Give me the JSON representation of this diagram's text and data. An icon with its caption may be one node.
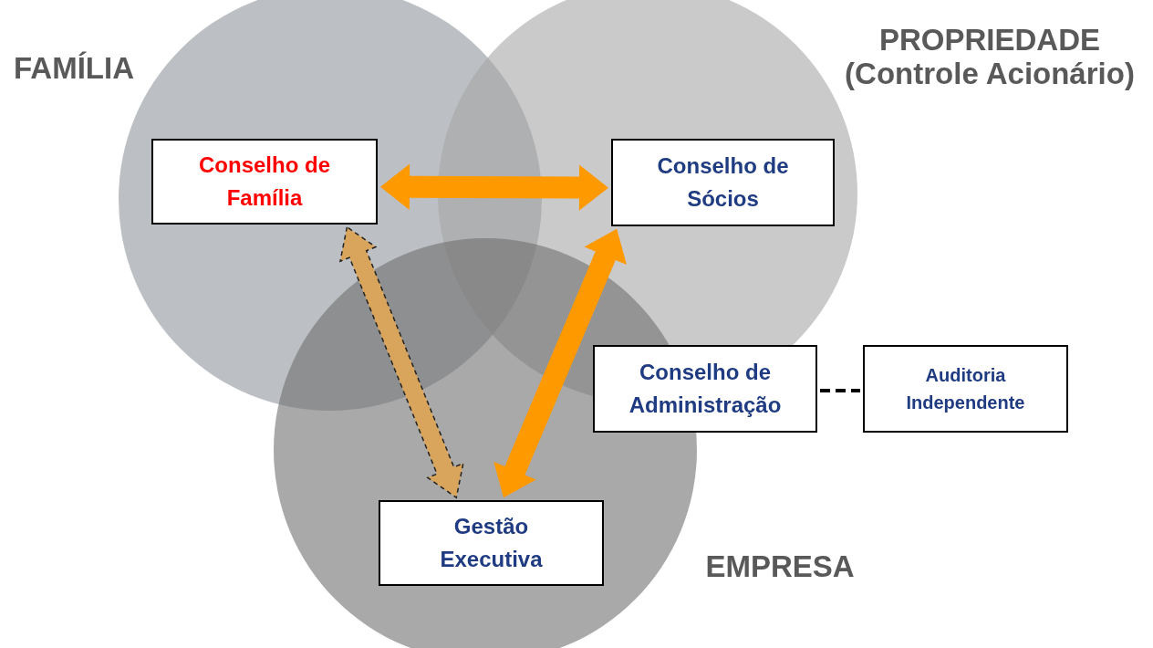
{
  "diagram": {
    "nodes": [
      {
        "text": [
          "FAMÍLIA"
        ]
      },
      {
        "text": [
          "PROPRIEDADE (Controle Acionário)"
        ]
      },
      {
        "text": [
          "EMPRESA"
        ]
      },
      {
        "text": [
          "Conselho de Família"
        ],
        "in": 0
      },
      {
        "text": [
          "Conselho de Sócios"
        ],
        "in": 1
      },
      {
        "text": [
          "Conselho de Administração"
        ]
      },
      {
        "text": [
          "Auditoria Independente"
        ]
      },
      {
        "text": [
          "Gestão Executiva"
        ],
        "in": 2
      }
    ],
    "edges": [
      {
        "from": 3,
        "to": 4,
        "arrow": "both",
        "style": "thick"
      },
      {
        "from": 3,
        "to": 7,
        "arrow": "both",
        "style": "dashed",
        "color": "#d9a55c"
      },
      {
        "from": 4,
        "to": 7,
        "arrow": "both",
        "style": "thick"
      },
      {
        "from": 5,
        "to": 6,
        "arrow": "none",
        "style": "dashed",
        "color": "#000000"
      }
    ]
  }
}
